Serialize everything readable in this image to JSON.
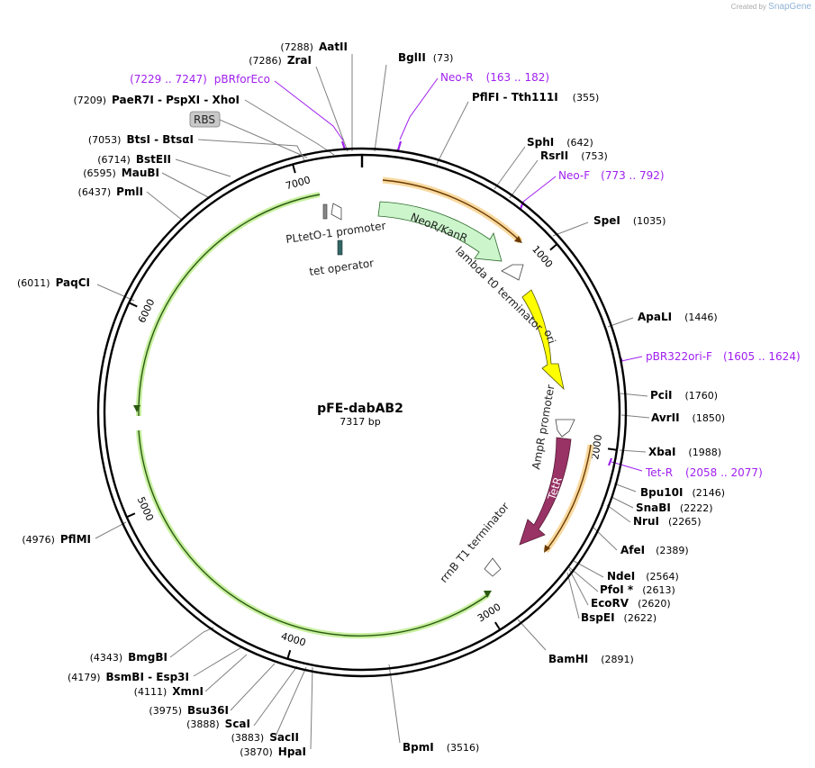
{
  "credit": {
    "prefix": "Created by",
    "brand": "SnapGene"
  },
  "plasmid": {
    "name": "pFE-dabAB2",
    "size_label": "7317 bp",
    "total_bp": 7317
  },
  "ticks": [
    "1000",
    "2000",
    "3000",
    "4000",
    "5000",
    "6000",
    "7000"
  ],
  "tick_bp": [
    1000,
    2000,
    3000,
    4000,
    5000,
    6000,
    7000
  ],
  "colors": {
    "primer": "#a020f0",
    "neo": "#ccf5cc",
    "ori": "#ffff00",
    "tetR": "#993366",
    "terminator": "#ffffff",
    "orange_orf": "#f5a623",
    "green_orf": "#7fbf3f",
    "leader": "#808080"
  },
  "sites_left": [
    {
      "name": "AatII",
      "pos": "(7288)"
    },
    {
      "name": "ZraI",
      "pos": "(7286)"
    },
    {
      "name": "PaeR7I - PspXI - XhoI",
      "pos": "(7209)"
    },
    {
      "name": "BtsI - BtsαI",
      "pos": "(7053)"
    },
    {
      "name": "BstEII",
      "pos": "(6714)"
    },
    {
      "name": "MauBI",
      "pos": "(6595)"
    },
    {
      "name": "PmlI",
      "pos": "(6437)"
    },
    {
      "name": "PaqCI",
      "pos": "(6011)"
    },
    {
      "name": "PflMI",
      "pos": "(4976)"
    },
    {
      "name": "BmgBI",
      "pos": "(4343)"
    },
    {
      "name": "BsmBI - Esp3I",
      "pos": "(4179)"
    },
    {
      "name": "XmnI",
      "pos": "(4111)"
    },
    {
      "name": "Bsu36I",
      "pos": "(3975)"
    },
    {
      "name": "ScaI",
      "pos": "(3888)"
    },
    {
      "name": "SacII",
      "pos": "(3883)"
    },
    {
      "name": "HpaI",
      "pos": "(3870)"
    }
  ],
  "sites_right": [
    {
      "name": "BglII",
      "pos": "(73)"
    },
    {
      "name": "PflFI - Tth111I",
      "pos": "(355)"
    },
    {
      "name": "SphI",
      "pos": "(642)"
    },
    {
      "name": "RsrII",
      "pos": "(753)"
    },
    {
      "name": "SpeI",
      "pos": "(1035)"
    },
    {
      "name": "ApaLI",
      "pos": "(1446)"
    },
    {
      "name": "PciI",
      "pos": "(1760)"
    },
    {
      "name": "AvrII",
      "pos": "(1850)"
    },
    {
      "name": "XbaI",
      "pos": "(1988)"
    },
    {
      "name": "Bpu10I",
      "pos": "(2146)"
    },
    {
      "name": "SnaBI",
      "pos": "(2222)"
    },
    {
      "name": "NruI",
      "pos": "(2265)"
    },
    {
      "name": "AfeI",
      "pos": "(2389)"
    },
    {
      "name": "NdeI",
      "pos": "(2564)"
    },
    {
      "name": "PfoI *",
      "pos": "(2613)"
    },
    {
      "name": "EcoRV",
      "pos": "(2620)"
    },
    {
      "name": "BspEI",
      "pos": "(2622)"
    },
    {
      "name": "BamHI",
      "pos": "(2891)"
    },
    {
      "name": "BpmI",
      "pos": "(3516)"
    }
  ],
  "primers": [
    {
      "name": "pBRforEco",
      "range": "(7229 .. 7247)"
    },
    {
      "name": "Neo-R",
      "range": "(163 .. 182)"
    },
    {
      "name": "Neo-F",
      "range": "(773 .. 792)"
    },
    {
      "name": "pBR322ori-F",
      "range": "(1605 .. 1624)"
    },
    {
      "name": "Tet-R",
      "range": "(2058 .. 2077)"
    }
  ],
  "rbs_label": "RBS",
  "features": {
    "neo": "NeoR/KanR",
    "ori": "ori",
    "tetR": "TetR",
    "pltet": "PLtetO-1 promoter",
    "tetop": "tet operator",
    "lambda": "lambda t0 terminator",
    "ampr": "AmpR promoter",
    "rrnb": "rrnB T1 terminator"
  }
}
